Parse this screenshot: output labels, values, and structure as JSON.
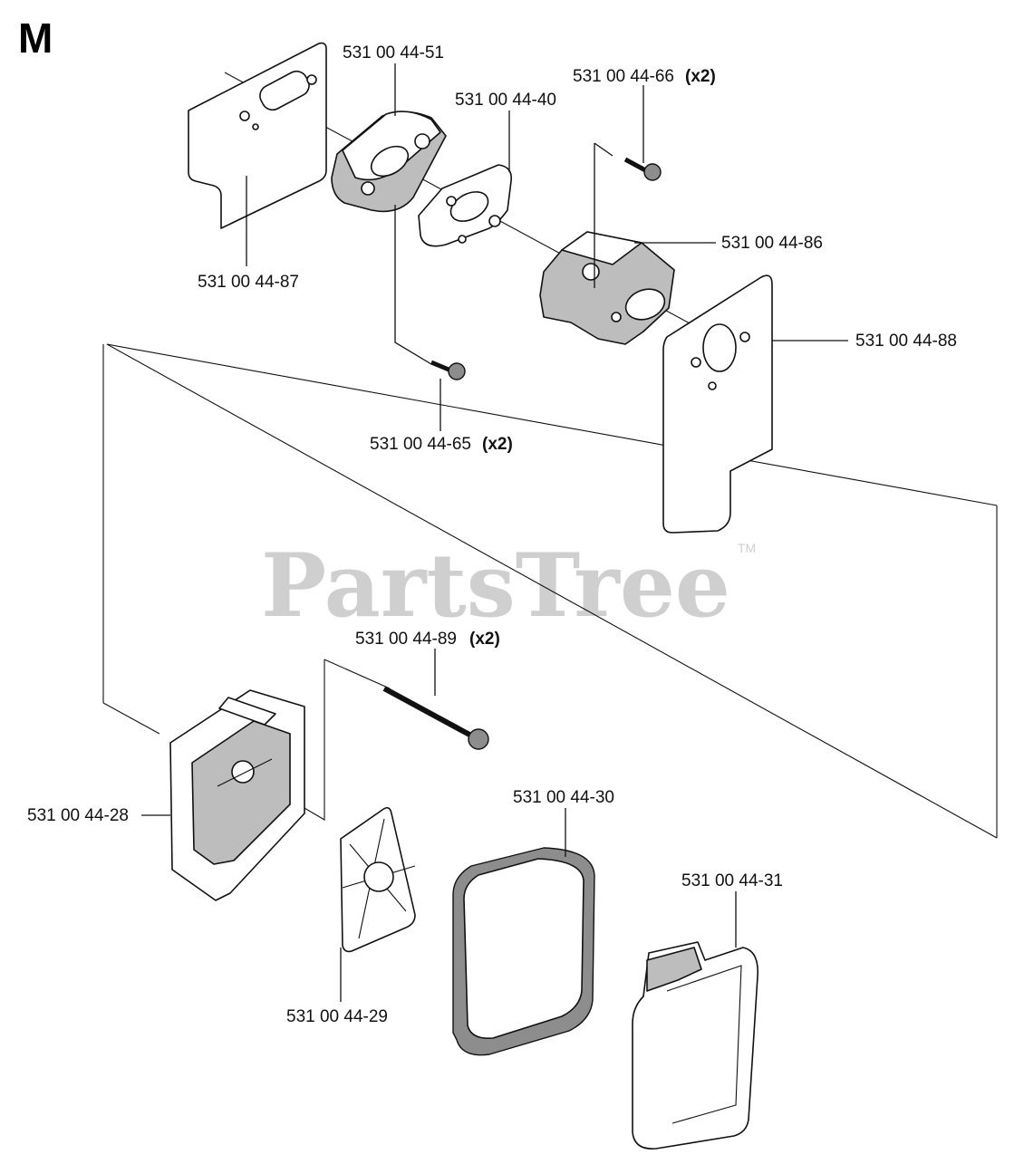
{
  "section_letter": "M",
  "watermark": {
    "text": "PartsTree",
    "trademark": "TM"
  },
  "parts": [
    {
      "key": "p51",
      "number": "531 00 44-51",
      "qty": ""
    },
    {
      "key": "p40",
      "number": "531 00 44-40",
      "qty": ""
    },
    {
      "key": "p66",
      "number": "531 00 44-66",
      "qty": "(x2)"
    },
    {
      "key": "p86",
      "number": "531 00 44-86",
      "qty": ""
    },
    {
      "key": "p87",
      "number": "531 00 44-87",
      "qty": ""
    },
    {
      "key": "p88",
      "number": "531 00 44-88",
      "qty": ""
    },
    {
      "key": "p65",
      "number": "531 00 44-65",
      "qty": "(x2)"
    },
    {
      "key": "p89",
      "number": "531 00 44-89",
      "qty": "(x2)"
    },
    {
      "key": "p28",
      "number": "531 00 44-28",
      "qty": ""
    },
    {
      "key": "p30",
      "number": "531 00 44-30",
      "qty": ""
    },
    {
      "key": "p31",
      "number": "531 00 44-31",
      "qty": ""
    },
    {
      "key": "p29",
      "number": "531 00 44-29",
      "qty": ""
    }
  ]
}
